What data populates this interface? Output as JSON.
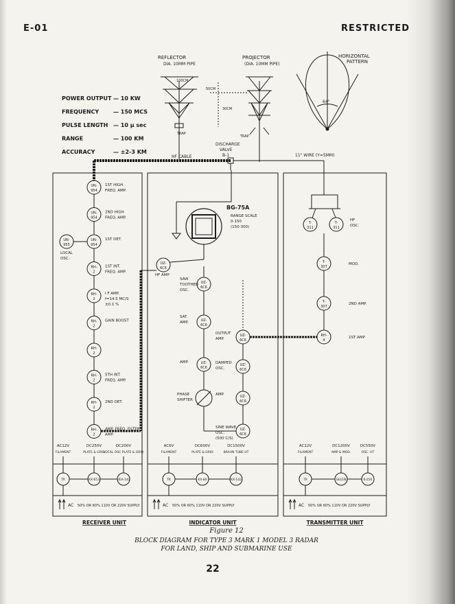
{
  "header": {
    "left": "E-01",
    "right": "RESTRICTED"
  },
  "antennas": {
    "reflector": "REFLECTOR",
    "reflector_sub": "DIA. 10MM PIPE",
    "projector": "PROJECTOR",
    "projector_sub": "(DIA. 10MM PIPE)",
    "pattern": [
      "HORIZONTAL",
      "PATTERN"
    ],
    "trap": "TRAP",
    "dim_100cm": "100CM",
    "dim_50cm": "50CM",
    "dim_30cm": "30CM",
    "angle": "64°"
  },
  "specs": [
    {
      "label": "POWER OUTPUT",
      "value": "— 10 KW"
    },
    {
      "label": "FREQUENCY",
      "value": "— 150 MCS"
    },
    {
      "label": "PULSE LENGTH",
      "value": "— 10 µ sec"
    },
    {
      "label": "RANGE",
      "value": "— 100 KM"
    },
    {
      "label": "ACCURACY",
      "value": "— ±2-3 KM"
    }
  ],
  "cables": {
    "hf": "HF CABLE",
    "discharge": [
      "DISCHARGE",
      "VALVE",
      "B-1"
    ],
    "wire": "11\" WIRE (Y=5MM)"
  },
  "receiver": {
    "tubes": [
      {
        "id": "UN-954",
        "label": [
          "1ST HIGH",
          "FREQ. AMP."
        ]
      },
      {
        "id": "UN-954",
        "label": [
          "2ND HIGH",
          "FREQ. AMP."
        ]
      },
      {
        "id": "UN-954",
        "label": [
          "1ST DET."
        ]
      },
      {
        "id": "RH-2",
        "label": [
          "1ST INT.",
          "FREQ. AMP."
        ]
      },
      {
        "id": "RH-2",
        "label": [
          "I F AMP.",
          "f=14.5 MC/S",
          "±0.1 %"
        ]
      },
      {
        "id": "RH-2",
        "label": [
          "GAIN BOOST"
        ]
      },
      {
        "id": "RH-2",
        "label": []
      },
      {
        "id": "RH-2",
        "label": [
          "5TH INT.",
          "FREQ. AMP."
        ]
      },
      {
        "id": "RH-2",
        "label": [
          "2ND DET."
        ]
      },
      {
        "id": "RH-2",
        "label": [
          "AMP. FREQ. FILTER",
          "AMP."
        ]
      }
    ],
    "local_osc_tube": "UN-955",
    "local_osc": [
      "LOCAL",
      "OSC."
    ],
    "supply_labels": [
      {
        "top": "AC12V",
        "bottom": "FILAMENT"
      },
      {
        "top": "DC250V",
        "bottom": "PLATE & GRID"
      },
      {
        "top": "DC200V",
        "bottom": "LOCAL OSC PLATE & GRID"
      }
    ],
    "psu": [
      "TR",
      "KX-653",
      "UEA-142"
    ],
    "ac": "AC",
    "supply": "50% OR 60%  110V OR 220V  SUPPLY",
    "unit_title": "RECEIVER UNIT"
  },
  "indicator": {
    "crt": "BG-75A",
    "range_scale": [
      "RANGE SCALE",
      "0-150",
      "(150-300)"
    ],
    "hf_tube": "UZ-6C6",
    "hf_amp": "HF AMP",
    "left_tubes": [
      {
        "id": "UZ-6C6",
        "label": [
          "SAW",
          "TOOTHED",
          "OSC."
        ]
      },
      {
        "id": "UZ-6C6",
        "label": [
          "SAT.",
          "AMP."
        ]
      },
      {
        "id": "UZ-6C6",
        "label": [
          "AMP."
        ]
      }
    ],
    "phase": [
      "PHASE",
      "SHIFTER"
    ],
    "right_tubes": [
      {
        "id": "UZ-6C6",
        "label": [
          "OUTPUT",
          "AMP."
        ]
      },
      {
        "id": "UZ-6C6",
        "label": [
          "DAMPED",
          "OSC."
        ]
      },
      {
        "id": "UZ-6C6",
        "label": [
          "AMP."
        ]
      },
      {
        "id": "UZ-6C6",
        "label": [
          "SINE WAVE",
          "OSC.",
          "(500 C/S)"
        ]
      }
    ],
    "supply_labels": [
      {
        "top": "AC6V",
        "bottom": "FILAMENT"
      },
      {
        "top": "DC600V",
        "bottom": "PLATE & GRID"
      },
      {
        "top": "DC1500V",
        "bottom": "BRAUN TUBE HT"
      }
    ],
    "psu": [
      "TR",
      "KX-80",
      "KX-142"
    ],
    "ac": "AC",
    "supply": "50% OR 60%  110V OR 220V  SUPPLY",
    "unit_title": "INDICATOR UNIT"
  },
  "transmitter": {
    "osc_tubes": [
      "T-311",
      "T-311"
    ],
    "hf_osc": [
      "HF",
      "OSC."
    ],
    "tubes": [
      {
        "id": "T-307",
        "label": [
          "MOD."
        ]
      },
      {
        "id": "T-307",
        "label": [
          "2ND AMP."
        ]
      },
      {
        "id": "RH-4",
        "label": [
          "1ST AMP"
        ]
      }
    ],
    "supply_labels": [
      {
        "top": "AC12V",
        "bottom": "FILAMENT"
      },
      {
        "top": "DC1200V",
        "bottom": "AMP & MOD."
      },
      {
        "top": "DC550V",
        "bottom": "OSC. HT"
      }
    ],
    "psu": [
      "TR",
      "SELEN",
      "K-250"
    ],
    "ac": "AC",
    "supply": "50% OR 60%  110V OR 220V  SUPPLY",
    "unit_title": "TRANSMITTER UNIT"
  },
  "caption": {
    "figure": "Figure 12",
    "line1": "BLOCK DIAGRAM FOR TYPE 3 MARK 1 MODEL 3 RADAR",
    "line2": "FOR LAND, SHIP AND SUBMARINE USE"
  },
  "page_number": "22"
}
